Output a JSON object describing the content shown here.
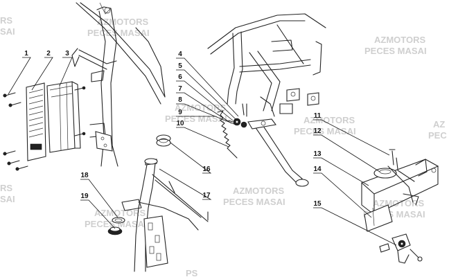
{
  "watermark": {
    "line1": "AZMOTORS",
    "line2": "PECES MASAI",
    "partial_left_1": "RS",
    "partial_left_2": "SAI",
    "partial_right_1": "AZ",
    "partial_right_2": "PEC",
    "partial_bottom": "PS",
    "color": "#cfcfcf"
  },
  "callouts": [
    "1",
    "2",
    "3",
    "4",
    "5",
    "6",
    "7",
    "8",
    "9",
    "10",
    "11",
    "12",
    "13",
    "14",
    "15",
    "16",
    "17",
    "18",
    "19"
  ]
}
